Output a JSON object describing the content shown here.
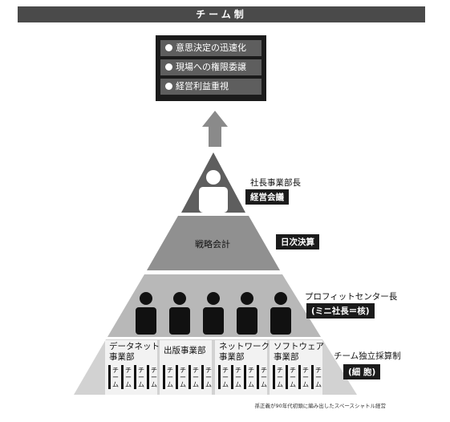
{
  "title": "チーム制",
  "goals": [
    "意思決定の迅速化",
    "現場への権限委譲",
    "経営利益重視"
  ],
  "levels": {
    "top": {
      "label": "社長事業部長",
      "tag": "経営会議"
    },
    "strategy": {
      "label": "戦略会計",
      "tag": "日次決算"
    },
    "profit": {
      "label": "プロフィットセンター長",
      "tag": "(ミニ社長＝核)"
    },
    "team": {
      "label": "チーム独立採算制",
      "tag": "(細 胞)"
    }
  },
  "divisions": [
    {
      "name_line1": "データネット",
      "name_line2": "事業部"
    },
    {
      "name_line1": "出版事業部",
      "name_line2": ""
    },
    {
      "name_line1": "ネットワーク",
      "name_line2": "事業部"
    },
    {
      "name_line1": "ソフトウェア",
      "name_line2": "事業部"
    }
  ],
  "team_unit_label": "チーム",
  "caption": "孫正義が90年代初頭に編み出したスペースシャトル経営"
}
